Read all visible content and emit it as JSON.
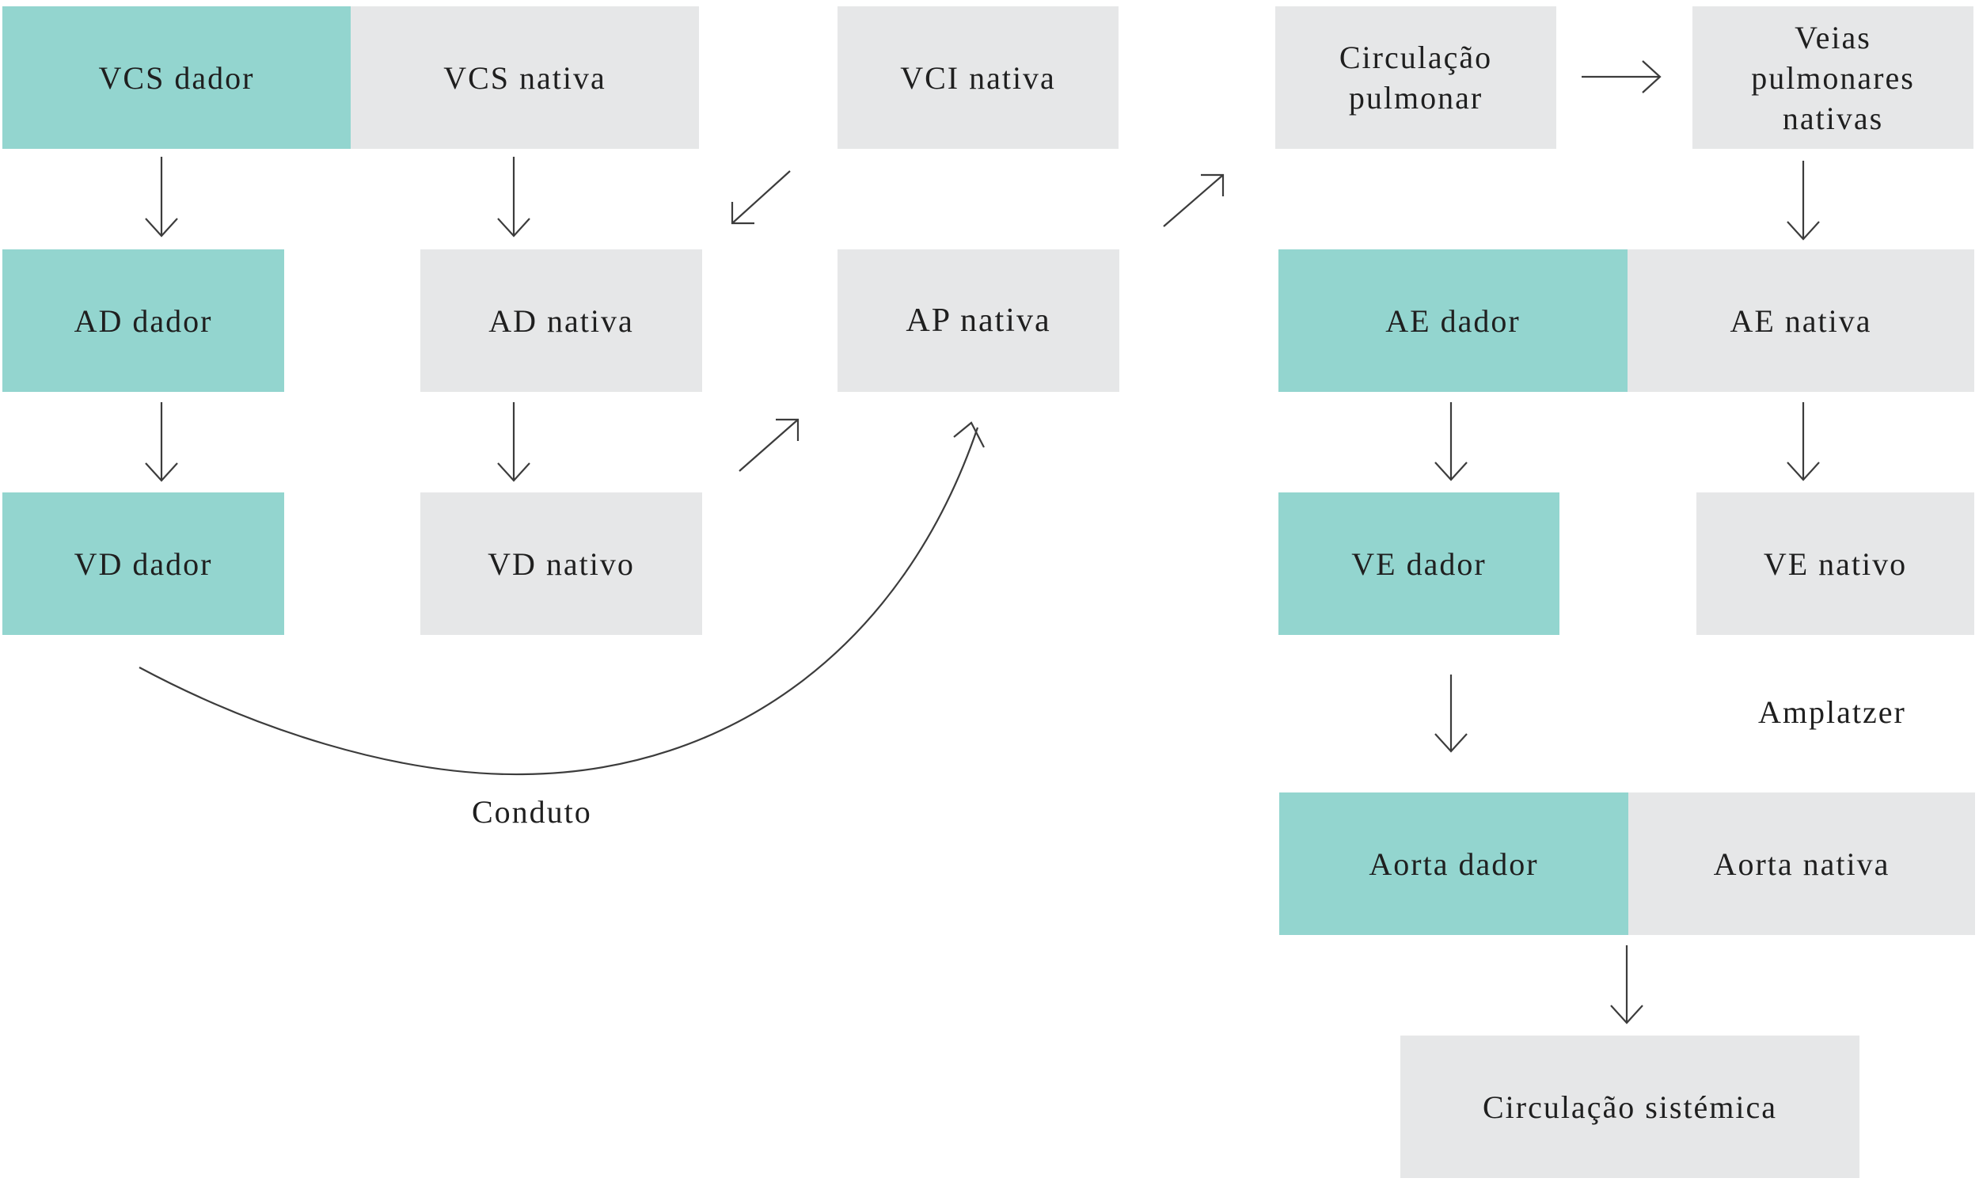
{
  "colors": {
    "donor": "#93d5cf",
    "native": "#e6e7e8",
    "arrow": "#3c3c3c"
  },
  "nodes": {
    "vcs_dador": "VCS dador",
    "vcs_nativa": "VCS nativa",
    "vci_nativa": "VCI nativa",
    "circulacao_pulmonar": "Circulação pulmonar",
    "veias_pulmonares": "Veias pulmonares nativas",
    "ad_dador": "AD dador",
    "ad_nativa": "AD nativa",
    "ap_nativa": "AP nativa",
    "ae_dador": "AE dador",
    "ae_nativa": "AE nativa",
    "vd_dador": "VD dador",
    "vd_nativo": "VD nativo",
    "ve_dador": "VE dador",
    "ve_nativo": "VE nativo",
    "aorta_dador": "Aorta dador",
    "aorta_nativa": "Aorta nativa",
    "circulacao_sistemica": "Circulação sistémica"
  },
  "labels": {
    "conduto": "Conduto",
    "amplatzer": "Amplatzer"
  }
}
